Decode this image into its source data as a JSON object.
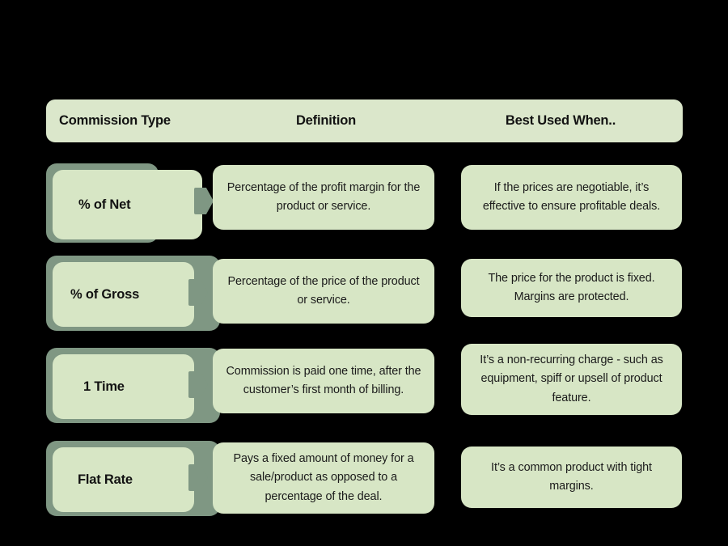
{
  "palette": {
    "background": "#000000",
    "header_band": "#dbe7cb",
    "card_light": "#d7e6c5",
    "card_shadow_sage": "#7f9783",
    "text_dark": "#121212"
  },
  "table": {
    "headers": [
      {
        "label": "Commission Type",
        "align": "left"
      },
      {
        "label": "Definition",
        "align": "center"
      },
      {
        "label": "Best Used When..",
        "align": "center"
      }
    ],
    "rows": [
      {
        "type": "% of Net",
        "definition": "Percentage of the profit margin for the product or service.",
        "best_used_when": "If the prices are negotiable, it’s effective to ensure profitable deals."
      },
      {
        "type": "% of Gross",
        "definition": "Percentage of the price of the product or service.",
        "best_used_when": "The price for the product is fixed. Margins are protected."
      },
      {
        "type": "1 Time",
        "definition": "Commission is paid one time, after the customer’s first month of billing.",
        "best_used_when": "It’s a non-recurring charge - such as equipment, spiff or upsell of product  feature."
      },
      {
        "type": "Flat Rate",
        "definition": "Pays a fixed amount of money for a sale/product as opposed to a percentage of the deal.",
        "best_used_when": "It’s a common product with tight margins."
      }
    ]
  }
}
